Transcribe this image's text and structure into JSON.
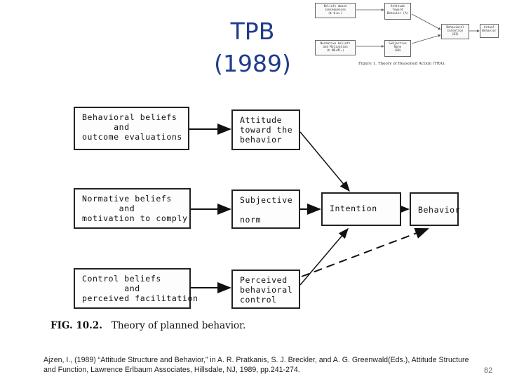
{
  "title": {
    "line1": "TPB",
    "line2": "(1989)"
  },
  "thumbnail": {
    "boxes": [
      "Beliefs about\nconsequences\n(Σ b₁e₁)",
      "Attitude\nToward\nBehavior (A)",
      "Behavioral\nIntention\n(BI)",
      "Actual\nBehavior",
      "Normative beliefs\nand Motivation\n(Σ NB₁MC₁)",
      "Subjective\nNorm\n(SN)"
    ],
    "caption": "Figure 1.  Theory of Reasoned Action (TRA)."
  },
  "diagram": {
    "boxes": {
      "behavioral_beliefs": "Behavioral beliefs\n      and\noutcome evaluations",
      "attitude": "Attitude\ntoward the\nbehavior",
      "normative_beliefs": "Normative beliefs\n       and\nmotivation to comply",
      "subjective_norm": "Subjective\n\nnorm",
      "intention": "Intention",
      "behavior": "Behavior",
      "control_beliefs": "Control beliefs\n        and\nperceived facilitation",
      "perceived_control": "Perceived\nbehavioral\ncontrol"
    }
  },
  "figure_caption": {
    "label": "FIG. 10.2.",
    "text": "Theory of planned behavior."
  },
  "reference": "Ajzen, I., (1989) “Attitude Structure and Behavior,” in A. R. Pratkanis, S. J. Breckler, and A. G. Greenwald(Eds.), Attitude Structure and Function, Lawrence Erlbaum Associates, Hillsdale, NJ, 1989, pp.241-274.",
  "page_number": "82"
}
